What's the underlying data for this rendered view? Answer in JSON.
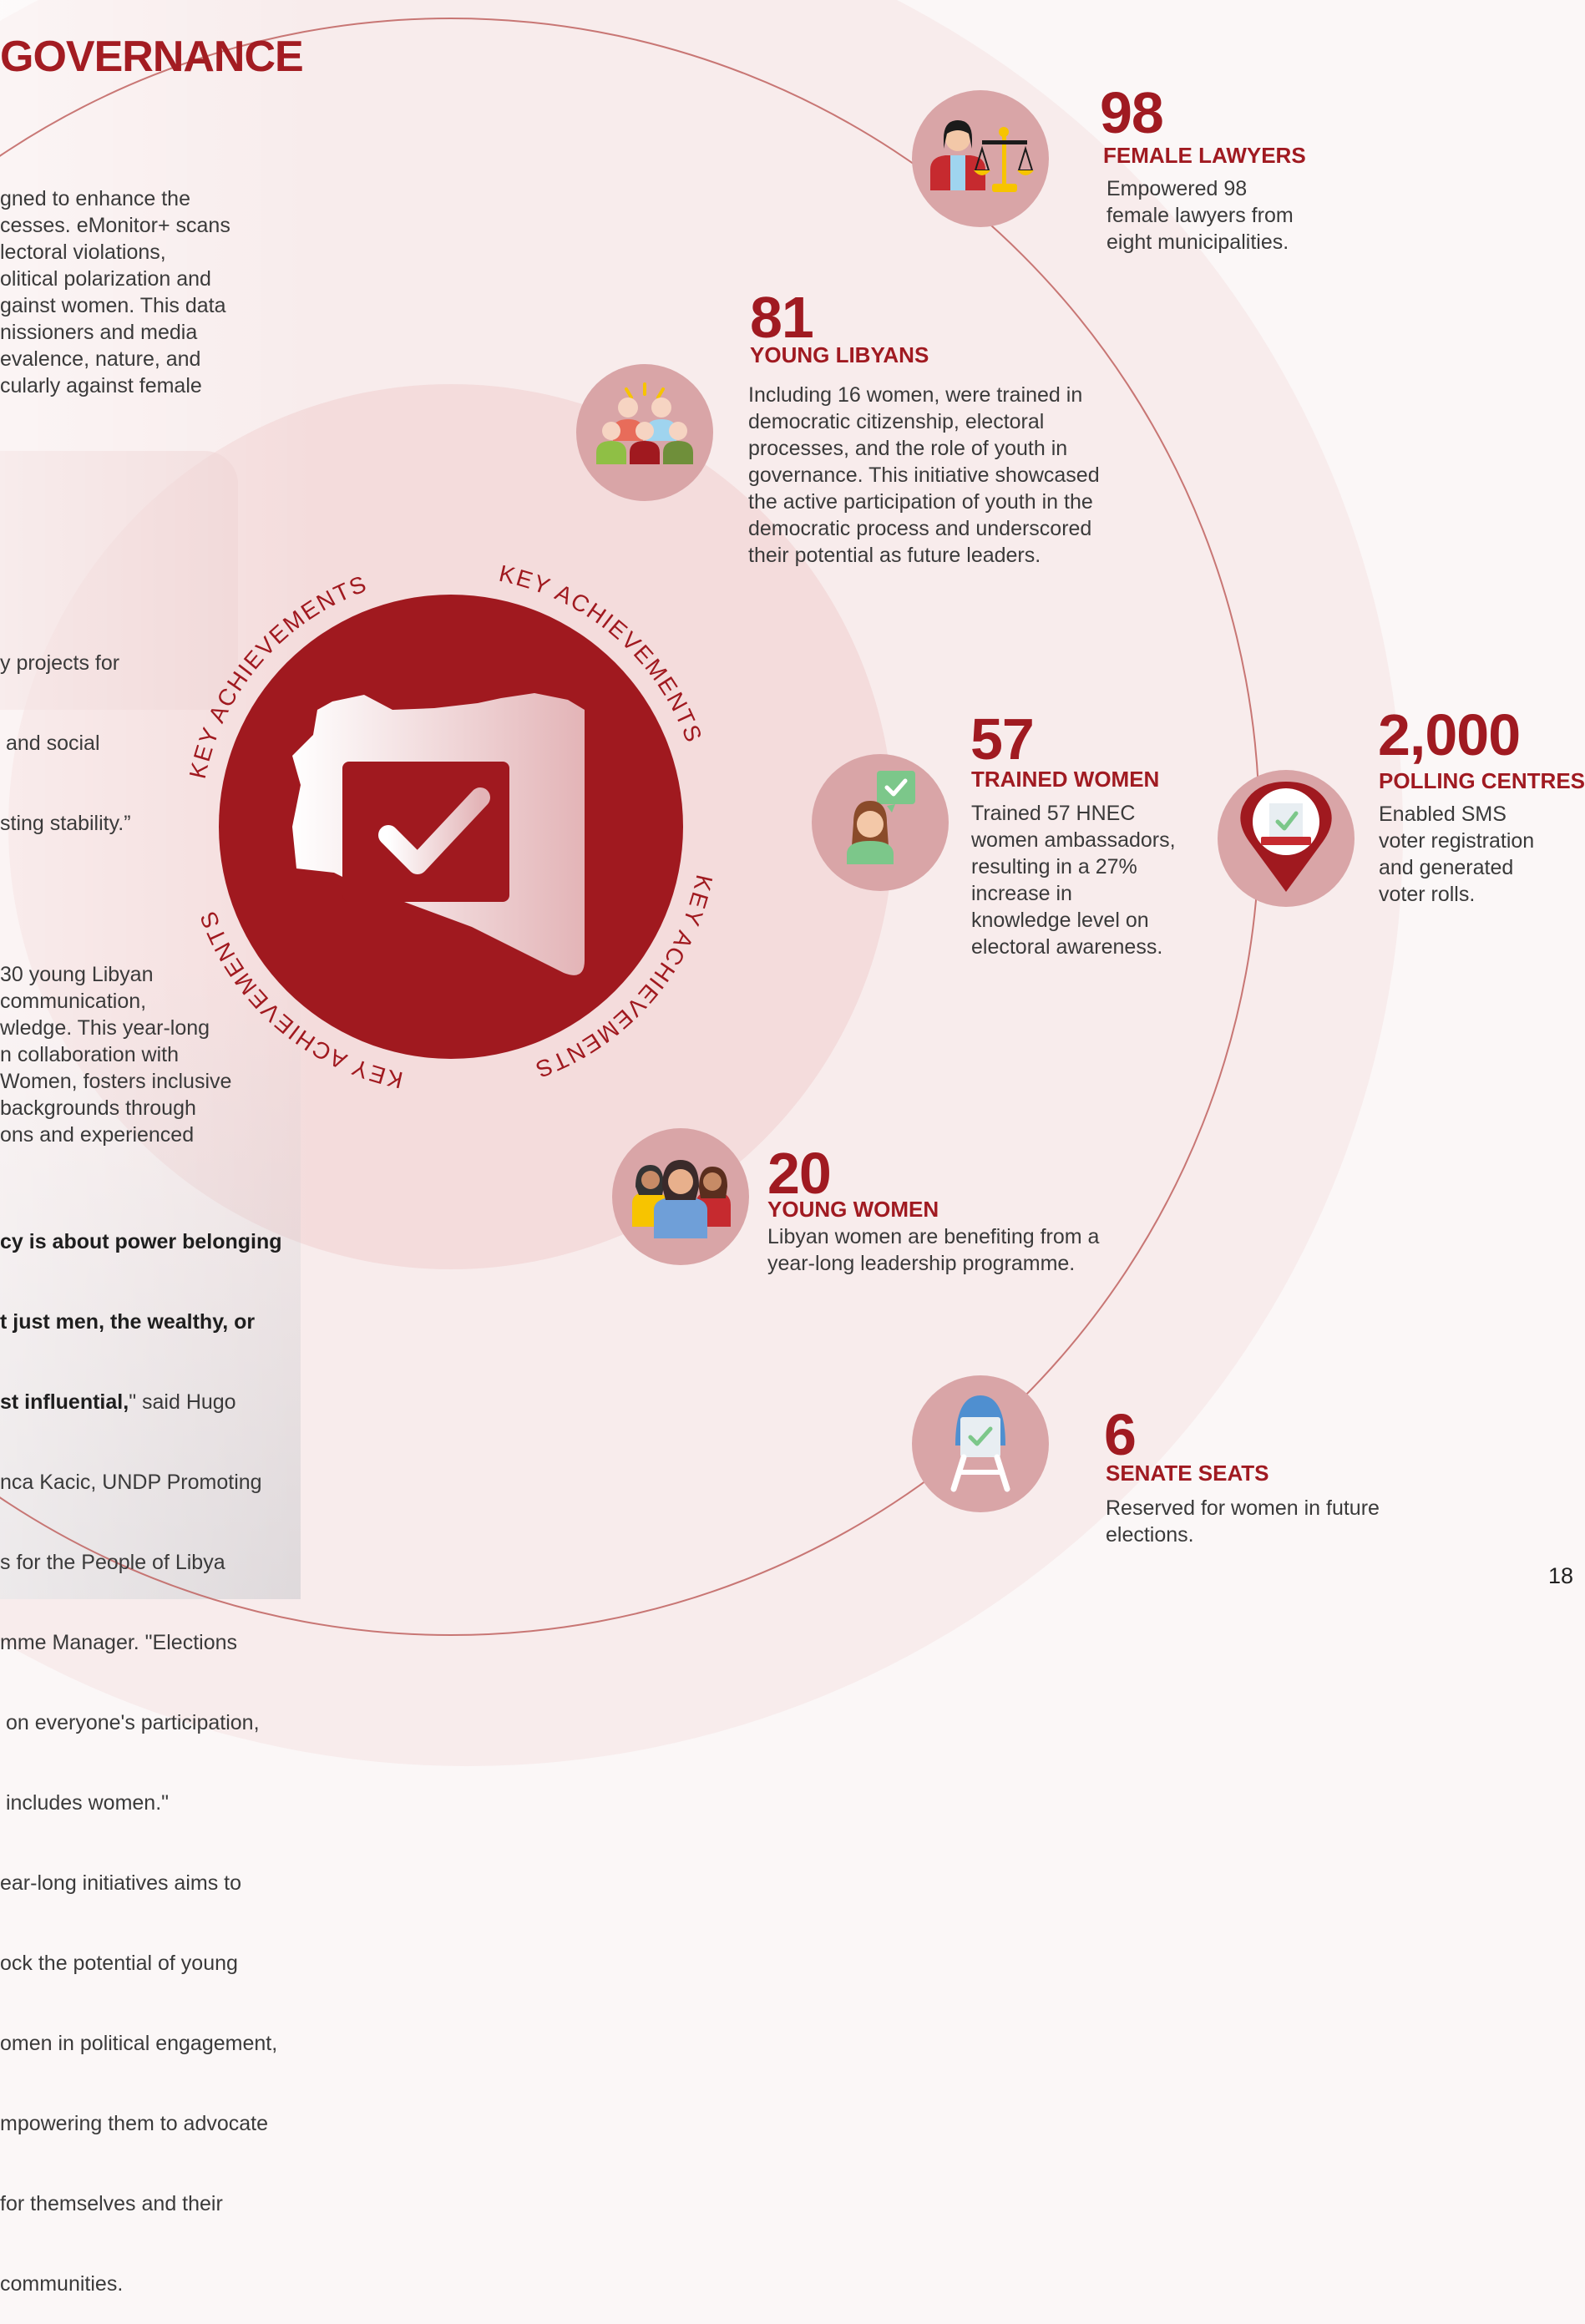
{
  "page": {
    "title": "GOVERNANCE",
    "page_number": "18",
    "colors": {
      "brand_red": "#a01a21",
      "icon_circle": "#d9a5a7",
      "background": "#fbf7f7"
    }
  },
  "left_column": {
    "intro_lines": [
      "gned to enhance the",
      "cesses. eMonitor+ scans",
      "lectoral violations,",
      "olitical polarization and",
      "gainst women. This data",
      "nissioners and media",
      "evalence, nature, and",
      "cularly against female"
    ],
    "mid_lines": [
      "y projects for",
      " and social",
      "sting stability.”"
    ],
    "lower_lines": [
      "30 young Libyan",
      "communication,",
      "wledge. This year-long",
      "n collaboration with",
      "Women, fosters inclusive",
      "backgrounds through",
      "ons and experienced"
    ],
    "quote_bold_lines": [
      "cy is about power belonging",
      "t just men, the wealthy, or",
      "st influential,"
    ],
    "quote_bold_suffix": "\" said Hugo",
    "quote_lines": [
      "nca Kacic, UNDP Promoting",
      "s for the People of Libya",
      "mme Manager. \"Elections",
      " on everyone's participation,",
      " includes women.\"",
      "ear-long initiatives aims to",
      "ock the potential of young",
      "omen in political engagement,",
      "mpowering them to advocate",
      "for themselves and their",
      "communities."
    ]
  },
  "center": {
    "ring_text": "KEY ACHIEVEMENTS",
    "emblem_icon": "libya-map-checkbox-icon"
  },
  "stats": [
    {
      "id": "lawyers",
      "number": "98",
      "label": "FEMALE LAWYERS",
      "desc_lines": [
        "Empowered 98",
        "female lawyers from",
        "eight municipalities."
      ],
      "icon": "lawyer-scales-icon"
    },
    {
      "id": "youth",
      "number": "81",
      "label": "YOUNG LIBYANS",
      "desc_lines": [
        "Including 16 women, were trained in",
        "democratic citizenship, electoral",
        "processes, and the role of youth in",
        "governance. This initiative showcased",
        "the active participation of youth in the",
        "democratic process and underscored",
        "their potential as future leaders."
      ],
      "icon": "youth-group-icon"
    },
    {
      "id": "trained",
      "number": "57",
      "label": "TRAINED WOMEN",
      "desc_lines": [
        "Trained 57 HNEC",
        "women ambassadors,",
        "resulting in a 27%",
        "increase in",
        "knowledge level on",
        "electoral awareness."
      ],
      "icon": "woman-checkmark-icon"
    },
    {
      "id": "polling",
      "number": "2,000",
      "label": "POLLING CENTRES",
      "desc_lines": [
        "Enabled SMS",
        "voter registration",
        "and generated",
        "voter rolls."
      ],
      "icon": "ballot-location-pin-icon"
    },
    {
      "id": "young-women",
      "number": "20",
      "label": "YOUNG WOMEN",
      "desc_lines": [
        "Libyan women are benefiting from a",
        "year-long leadership programme."
      ],
      "icon": "women-group-icon"
    },
    {
      "id": "senate",
      "number": "6",
      "label": "SENATE SEATS",
      "desc_lines": [
        "Reserved for women in future",
        "elections."
      ],
      "icon": "voting-booth-icon"
    }
  ]
}
